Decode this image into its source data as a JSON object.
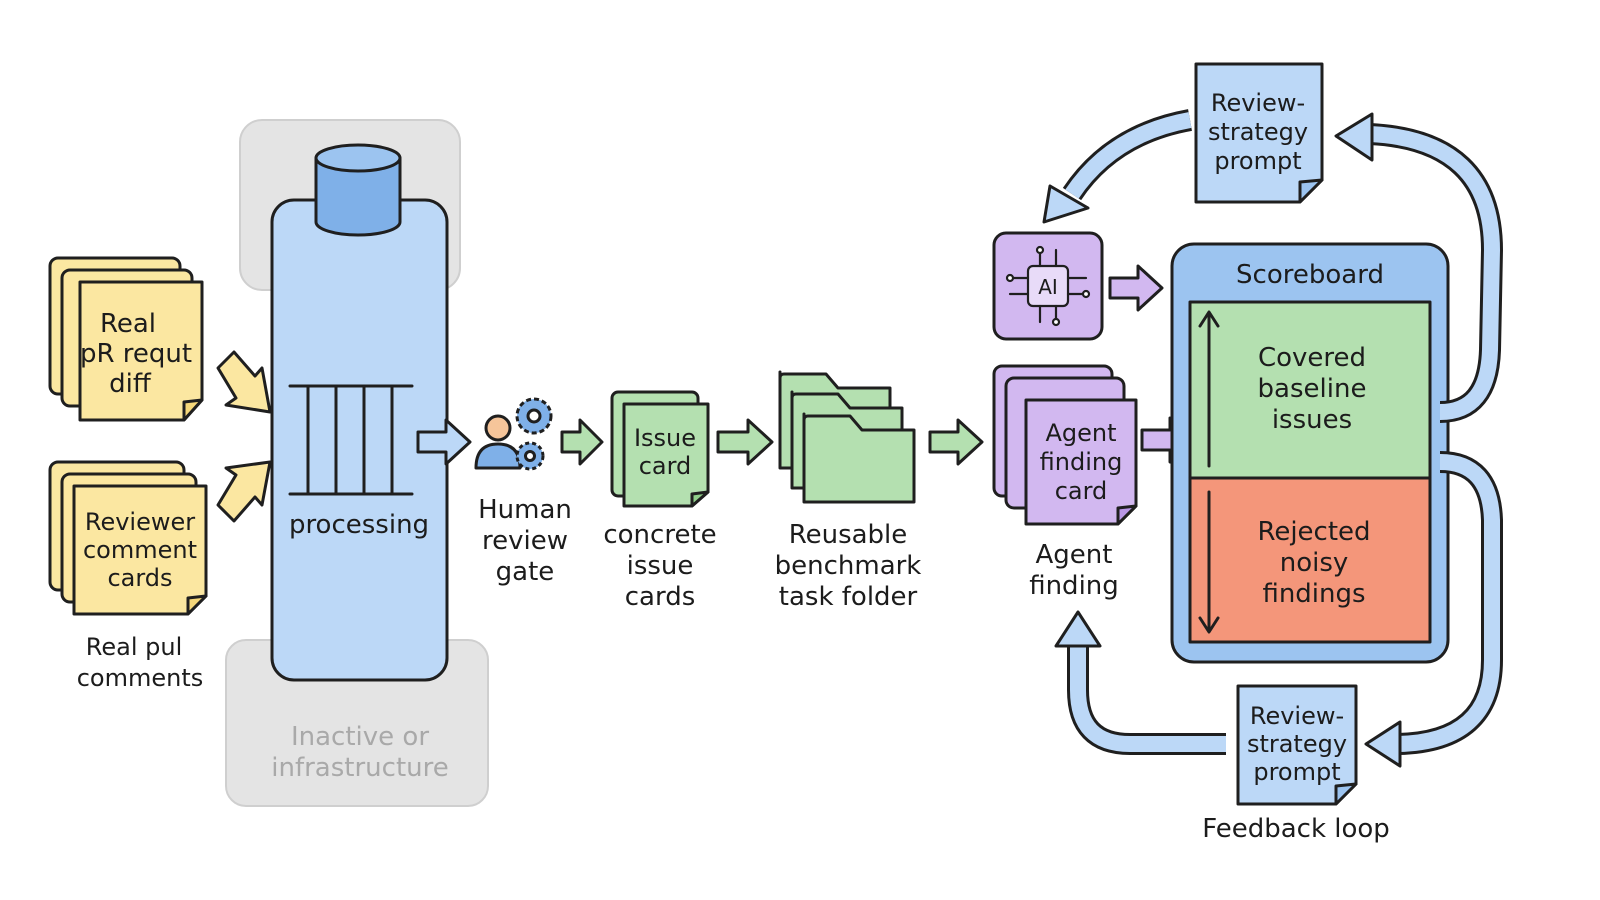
{
  "colors": {
    "yellow": "#fbe7a1",
    "blue": "#bcd8f7",
    "blue_dark": "#7fb0e8",
    "green": "#b4e0b0",
    "purple": "#d2b8f0",
    "red": "#f4967a",
    "gray": "#e4e4e4",
    "ink": "#1f1f1f"
  },
  "inputs": {
    "pr_diff_card": [
      "Real",
      "pR requt",
      "diff"
    ],
    "reviewer_card": [
      "Reviewer",
      "comment",
      "cards"
    ],
    "caption": [
      "Real  pul",
      "comments"
    ]
  },
  "processing": {
    "label": "processing",
    "icon": "database-icon"
  },
  "infrastructure": {
    "label": [
      "Inactive or",
      "infrastructure"
    ]
  },
  "human_gate": {
    "icon": "person-gears-icon",
    "caption": [
      "Human",
      "review",
      "gate"
    ]
  },
  "issue_cards": {
    "card": [
      "Issue",
      "card"
    ],
    "caption": [
      "concrete",
      "issue",
      "cards"
    ]
  },
  "task_folder": {
    "icon": "folder-stack-icon",
    "caption": [
      "Reusable",
      "benchmark",
      "task folder"
    ]
  },
  "ai_chip": {
    "text": "AI",
    "icon": "ai-chip-icon"
  },
  "agent_finding": {
    "card": [
      "Agent",
      "finding",
      "card"
    ],
    "caption": [
      "Agent",
      "finding"
    ]
  },
  "scoreboard": {
    "title": "Scoreboard",
    "covered": [
      "Covered",
      "baseline",
      "issues"
    ],
    "rejected": [
      "Rejected",
      "noisy",
      "findings"
    ]
  },
  "prompt_top": [
    "Review-",
    "strategy",
    "prompt"
  ],
  "prompt_bottom": [
    "Review-",
    "strategy",
    "prompt"
  ],
  "feedback_label": "Feedback loop"
}
